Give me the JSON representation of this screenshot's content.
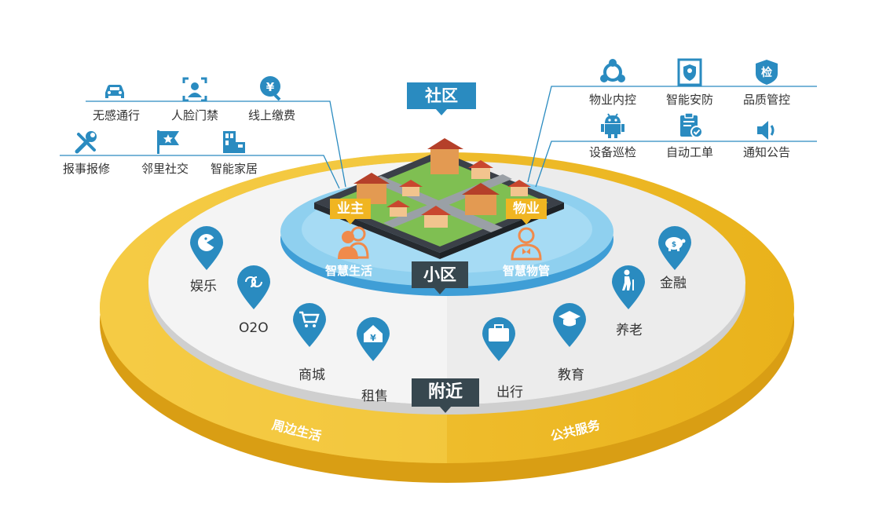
{
  "colors": {
    "primary_blue": "#2a8bc0",
    "dark_tag": "#37474f",
    "accent_yellow": "#f0b521",
    "orange": "#f08a4b",
    "platform_blue": "#8fd0ef"
  },
  "community": {
    "title": "社区",
    "left_services": [
      {
        "label": "无感通行",
        "icon": "car-icon"
      },
      {
        "label": "人脸门禁",
        "icon": "face-scan-icon"
      },
      {
        "label": "线上缴费",
        "icon": "yen-coin-icon"
      },
      {
        "label": "报事报修",
        "icon": "tools-icon"
      },
      {
        "label": "邻里社交",
        "icon": "star-flag-icon"
      },
      {
        "label": "智能家居",
        "icon": "smart-home-icon"
      }
    ],
    "right_services": [
      {
        "label": "物业内控",
        "icon": "network-icon"
      },
      {
        "label": "智能安防",
        "icon": "security-shield-icon"
      },
      {
        "label": "品质管控",
        "icon": "inspection-badge-icon"
      },
      {
        "label": "设备巡检",
        "icon": "robot-icon"
      },
      {
        "label": "自动工单",
        "icon": "clipboard-check-icon"
      },
      {
        "label": "通知公告",
        "icon": "speaker-icon"
      }
    ],
    "badge_char": "检"
  },
  "estate": {
    "title": "小区",
    "owner_tag": "业主",
    "owner_caption": "智慧生活",
    "property_tag": "物业",
    "property_caption": "智慧物管"
  },
  "nearby": {
    "title": "附近",
    "left_band": "周边生活",
    "right_band": "公共服务",
    "services": [
      {
        "label": "娱乐",
        "icon": "pacman-icon"
      },
      {
        "label": "O2O",
        "icon": "o2o-icon"
      },
      {
        "label": "商城",
        "icon": "shopping-cart-icon"
      },
      {
        "label": "租售",
        "icon": "house-yen-icon"
      },
      {
        "label": "出行",
        "icon": "suitcase-icon"
      },
      {
        "label": "教育",
        "icon": "graduation-cap-icon"
      },
      {
        "label": "养老",
        "icon": "elderly-icon"
      },
      {
        "label": "金融",
        "icon": "piggy-bank-icon"
      }
    ],
    "o2o_glyph": "2"
  }
}
